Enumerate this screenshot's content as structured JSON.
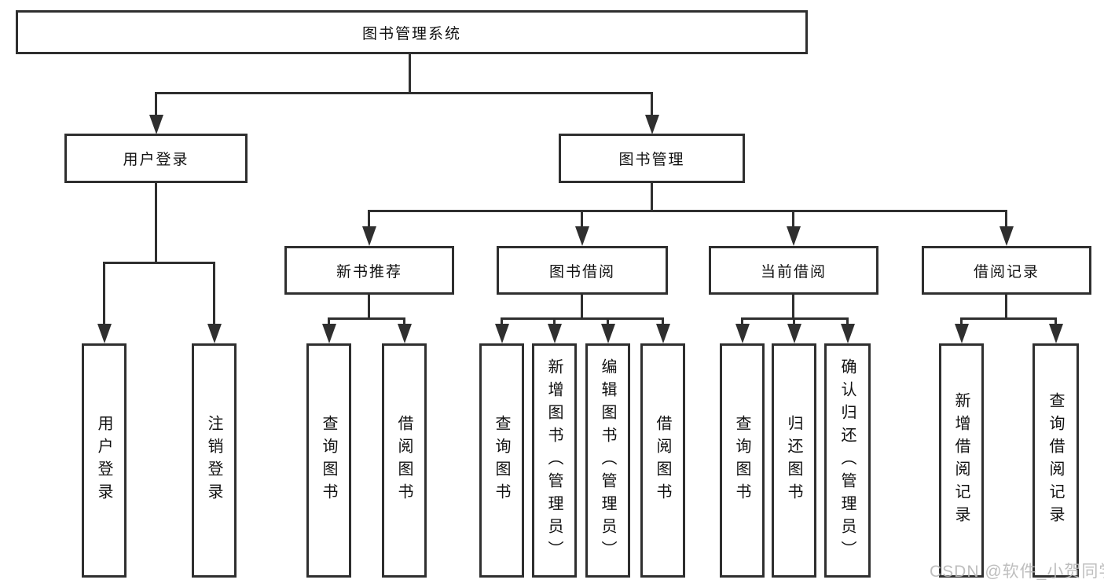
{
  "diagram": {
    "root": {
      "label": "图书管理系统"
    },
    "user_login": {
      "label": "用户登录",
      "leaves": [
        {
          "label": "用户登录"
        },
        {
          "label": "注销登录"
        }
      ]
    },
    "book_management": {
      "label": "图书管理",
      "sections": [
        {
          "label": "新书推荐",
          "leaves": [
            {
              "label": "查询图书"
            },
            {
              "label": "借阅图书"
            }
          ]
        },
        {
          "label": "图书借阅",
          "leaves": [
            {
              "label": "查询图书"
            },
            {
              "label": "新增图书（管理员）"
            },
            {
              "label": "编辑图书（管理员）"
            },
            {
              "label": "借阅图书"
            }
          ]
        },
        {
          "label": "当前借阅",
          "leaves": [
            {
              "label": "查询图书"
            },
            {
              "label": "归还图书"
            },
            {
              "label": "确认归还（管理员）"
            }
          ]
        },
        {
          "label": "借阅记录",
          "leaves": [
            {
              "label": "新增借阅记录"
            },
            {
              "label": "查询借阅记录"
            }
          ]
        }
      ]
    }
  },
  "watermark": {
    "text": "CSDN @软件_小贺同学"
  },
  "colors": {
    "line": "#2f2f2f",
    "border": "#2f2f2f",
    "background": "#ffffff",
    "text": "#111111",
    "watermark": "#b8b8b8"
  }
}
